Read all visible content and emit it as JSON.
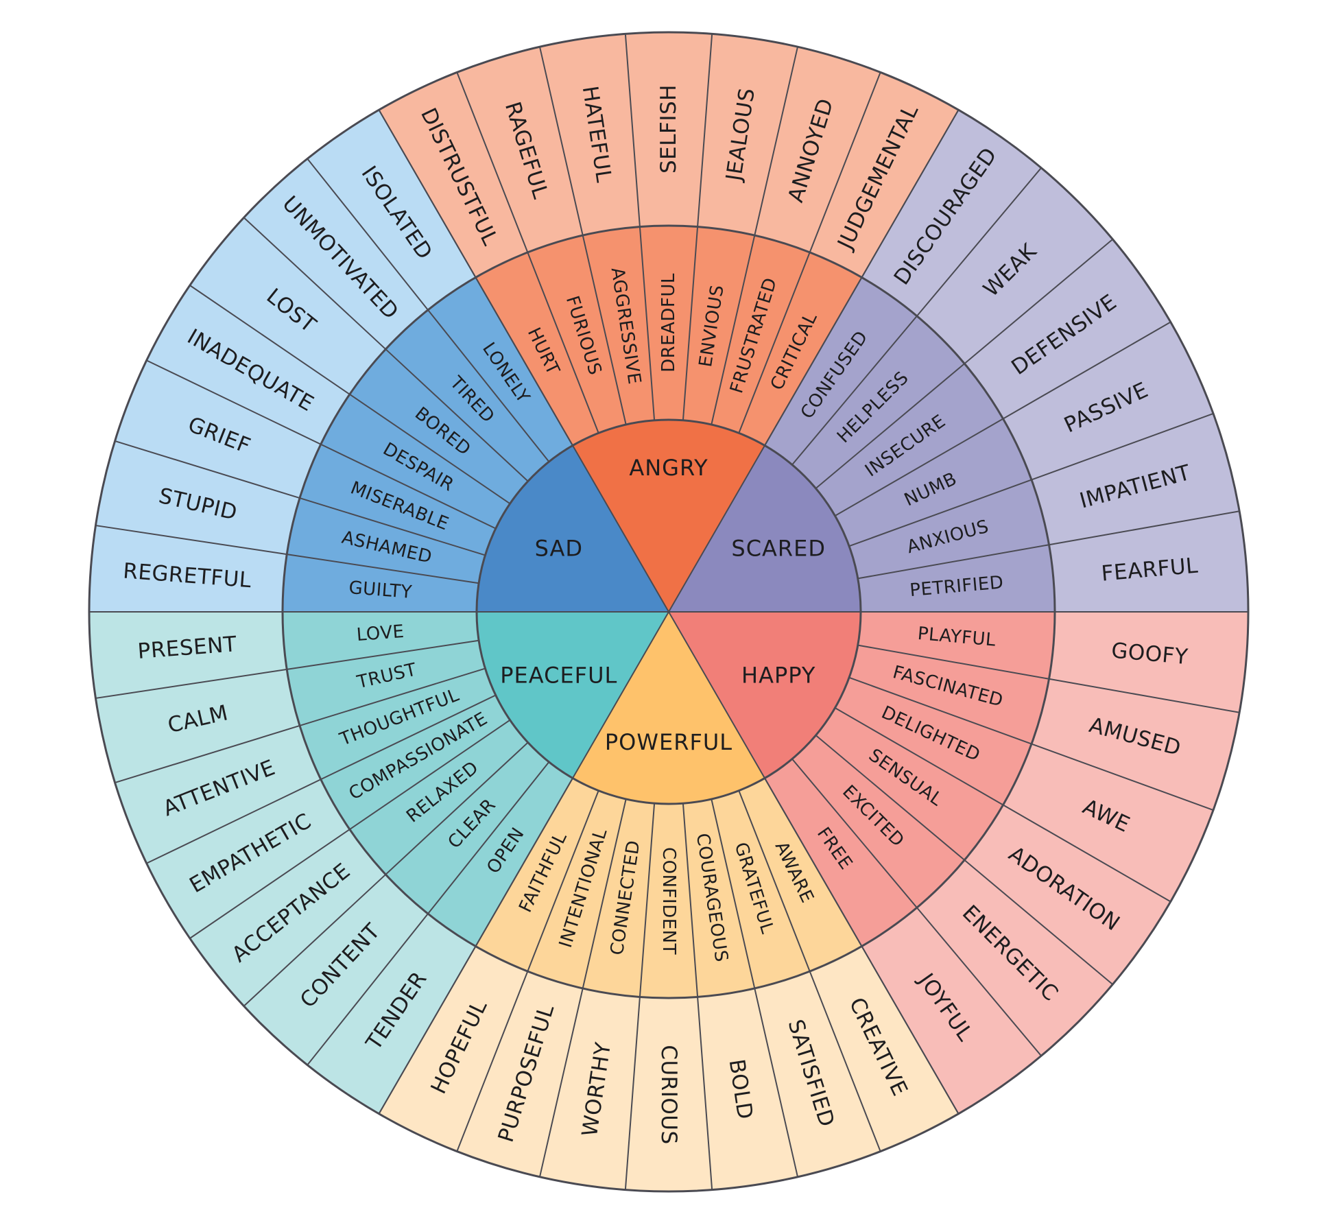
{
  "wheel": {
    "groups": [
      {
        "core": "ANGRY",
        "colors": {
          "core": "#F07146",
          "mid": "#F5926E",
          "outer": "#F8B89F"
        },
        "mid": [
          "HURT",
          "FURIOUS",
          "AGGRESSIVE",
          "DREADFUL",
          "ENVIOUS",
          "FRUSTRATED",
          "CRITICAL"
        ],
        "outer": [
          "DISTRUSTFUL",
          "RAGEFUL",
          "HATEFUL",
          "SELFISH",
          "JEALOUS",
          "ANNOYED",
          "JUDGEMENTAL"
        ]
      },
      {
        "core": "SCARED",
        "colors": {
          "core": "#8B89BE",
          "mid": "#A4A3CC",
          "outer": "#BFBEDB"
        },
        "mid": [
          "CONFUSED",
          "HELPLESS",
          "INSECURE",
          "NUMB",
          "ANXIOUS",
          "PETRIFIED"
        ],
        "outer": [
          "DISCOURAGED",
          "WEAK",
          "DEFENSIVE",
          "PASSIVE",
          "IMPATIENT",
          "FEARFUL"
        ]
      },
      {
        "core": "HAPPY",
        "colors": {
          "core": "#F17F78",
          "mid": "#F59E98",
          "outer": "#F8BDB8"
        },
        "mid": [
          "PLAYFUL",
          "FASCINATED",
          "DELIGHTED",
          "SENSUAL",
          "EXCITED",
          "FREE"
        ],
        "outer": [
          "GOOFY",
          "AMUSED",
          "AWE",
          "ADORATION",
          "ENERGETIC",
          "JOYFUL"
        ]
      },
      {
        "core": "POWERFUL",
        "colors": {
          "core": "#FEC26B",
          "mid": "#FDD69A",
          "outer": "#FEE6C4"
        },
        "mid": [
          "AWARE",
          "GRATEFUL",
          "COURAGEOUS",
          "CONFIDENT",
          "CONNECTED",
          "INTENTIONAL",
          "FAITHFUL"
        ],
        "outer": [
          "CREATIVE",
          "SATISFIED",
          "BOLD",
          "CURIOUS",
          "WORTHY",
          "PURPOSEFUL",
          "HOPEFUL"
        ]
      },
      {
        "core": "PEACEFUL",
        "colors": {
          "core": "#60C6C8",
          "mid": "#8FD4D6",
          "outer": "#BCE4E5"
        },
        "mid": [
          "OPEN",
          "CLEAR",
          "RELAXED",
          "COMPASSIONATE",
          "THOUGHTFUL",
          "TRUST",
          "LOVE"
        ],
        "outer": [
          "TENDER",
          "CONTENT",
          "ACCEPTANCE",
          "EMPATHETIC",
          "ATTENTIVE",
          "CALM",
          "PRESENT"
        ]
      },
      {
        "core": "SAD",
        "colors": {
          "core": "#4A89C8",
          "mid": "#6FACDE",
          "outer": "#BADCF4"
        },
        "mid": [
          "GUILTY",
          "ASHAMED",
          "MISERABLE",
          "DESPAIR",
          "BORED",
          "TIRED",
          "LONELY"
        ],
        "outer": [
          "REGRETFUL",
          "STUPID",
          "GRIEF",
          "INADEQUATE",
          "LOST",
          "UNMOTIVATED",
          "ISOLATED"
        ]
      }
    ],
    "line_color": "#4a4a52"
  }
}
